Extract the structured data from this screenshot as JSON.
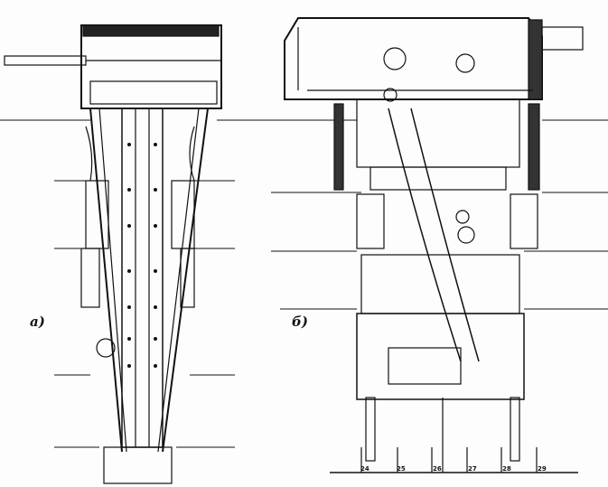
{
  "figure": {
    "label_a": "а)",
    "label_b": "б)",
    "frame_numbers": [
      "24",
      "25",
      "26",
      "27",
      "28",
      "29"
    ]
  }
}
